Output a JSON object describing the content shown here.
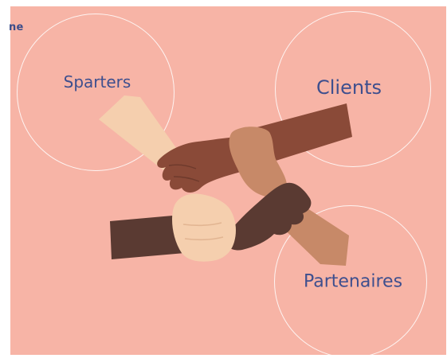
{
  "partial_text": "ne",
  "circles": {
    "sparters": "Sparters",
    "clients": "Clients",
    "partenaires": "Partenaires"
  },
  "colors": {
    "background": "#f7b4a6",
    "label": "#3e4f8e",
    "ring": "#ffffff",
    "skin_light": "#f5cfae",
    "skin_medium": "#c78968",
    "skin_brown": "#8a4a38",
    "skin_dark": "#5a3a32"
  },
  "illustration": {
    "subject": "four-hands-holding-wrists-icon"
  }
}
